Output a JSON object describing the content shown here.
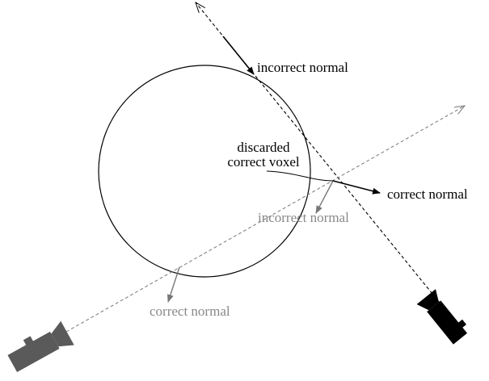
{
  "labels": {
    "incorrect_normal_black": "incorrect normal",
    "discarded_line1": "discarded",
    "discarded_line2": "correct voxel",
    "correct_normal_black": "correct normal",
    "incorrect_normal_gray": "incorrect normal",
    "correct_normal_gray": "correct normal"
  },
  "colors": {
    "black": "#000000",
    "gray": "#888888",
    "camera_black": "#000000",
    "camera_gray": "#5a5a5a"
  }
}
